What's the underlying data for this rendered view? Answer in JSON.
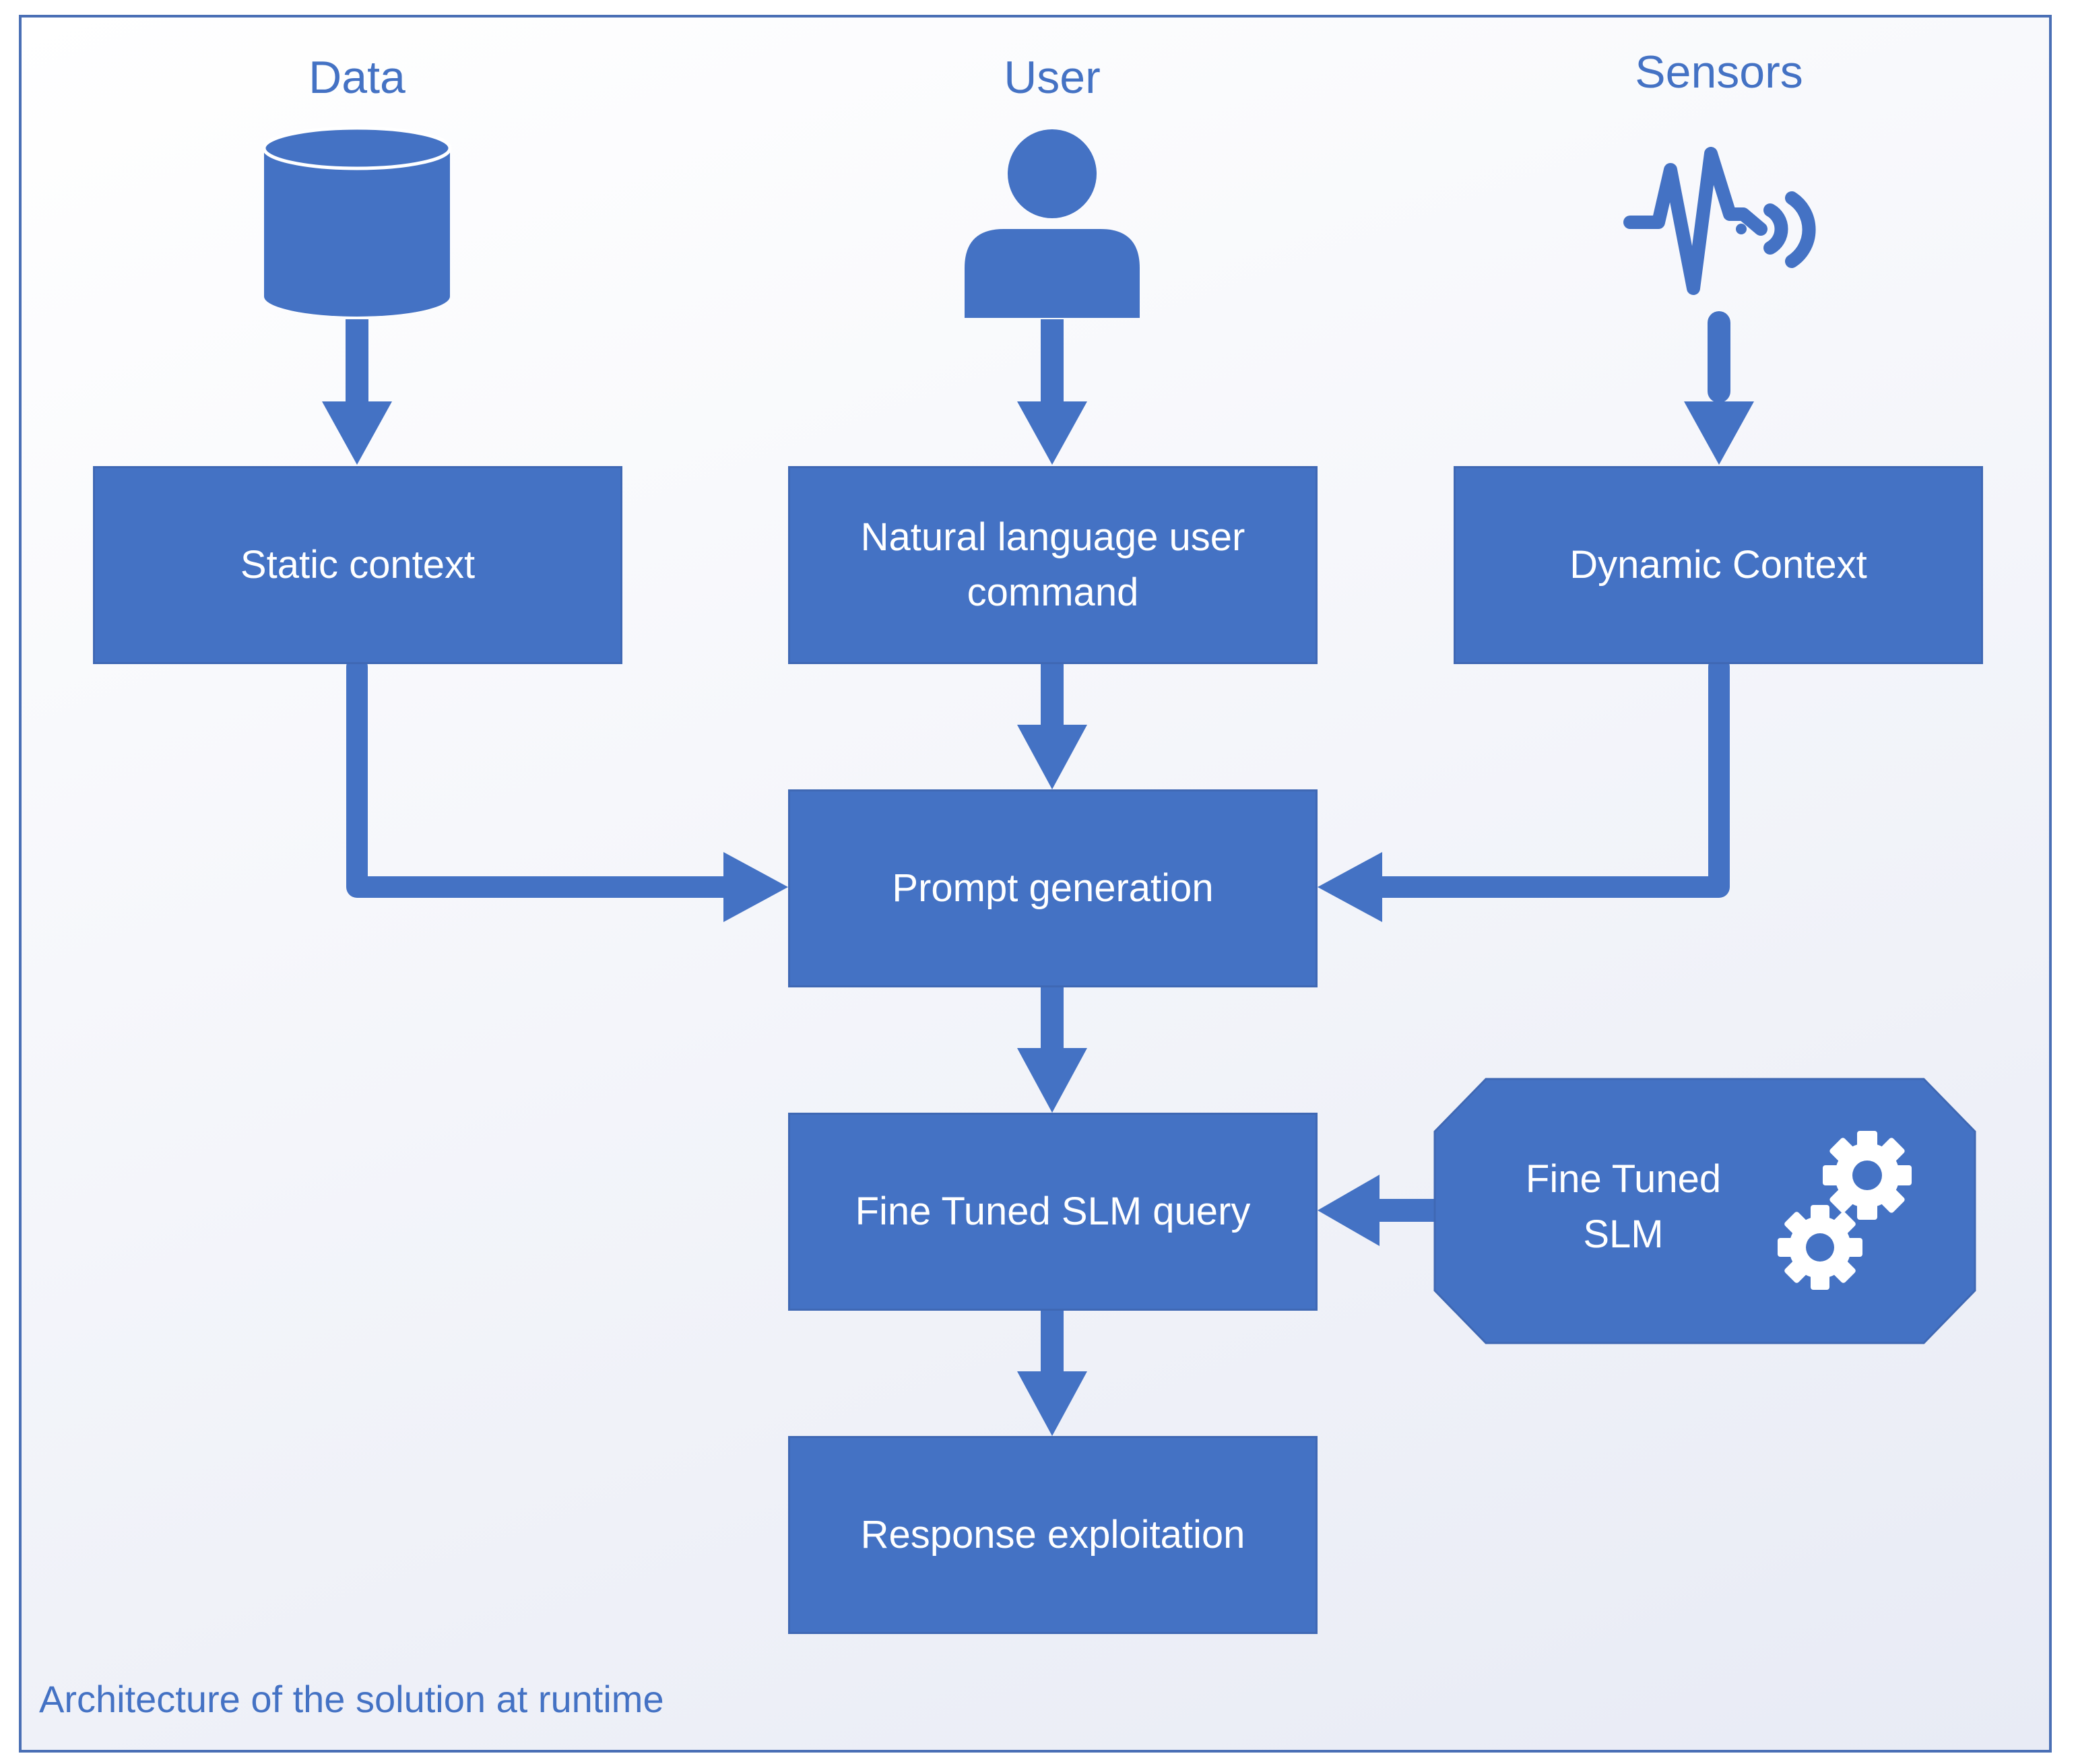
{
  "sources": {
    "data": {
      "label": "Data",
      "icon": "database-icon"
    },
    "user": {
      "label": "User",
      "icon": "user-icon"
    },
    "sensors": {
      "label": "Sensors",
      "icon": "sensor-signal-icon"
    }
  },
  "boxes": {
    "static_context": "Static context",
    "nl_command": "Natural language user command",
    "dynamic_context": "Dynamic Context",
    "prompt_generation": "Prompt generation",
    "slm_query": "Fine Tuned SLM query",
    "response": "Response exploitation"
  },
  "slm": {
    "label": "Fine Tuned SLM",
    "icon": "gears-icon"
  },
  "caption": "Architecture of the solution at runtime",
  "colors": {
    "accent": "#4472c4",
    "border": "#4a6fb5"
  }
}
